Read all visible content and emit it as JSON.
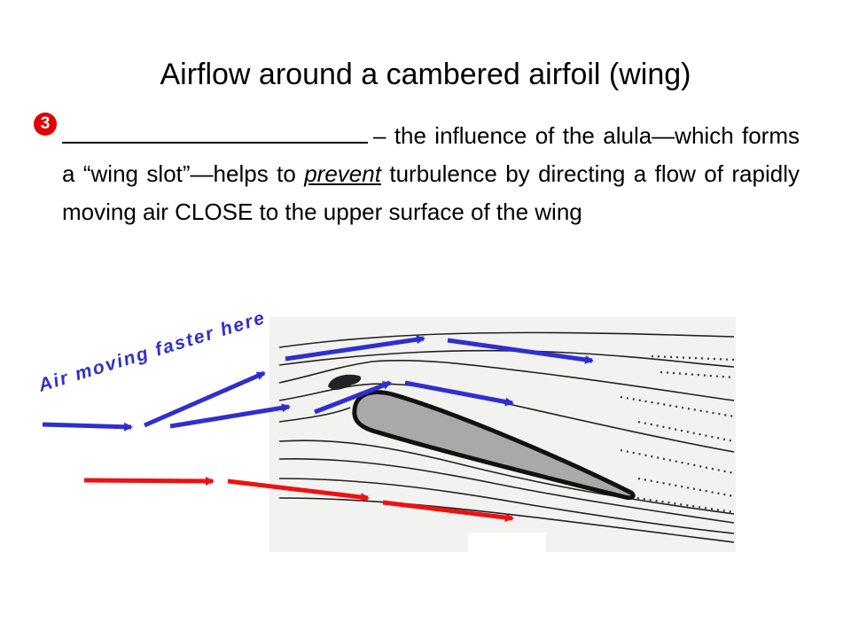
{
  "title": "Airflow around a cambered airfoil (wing)",
  "bullet": {
    "marker": "3",
    "dash": "– ",
    "text_before": "the influence of the alula—which forms a “wing slot”—helps to ",
    "emphasis": "prevent",
    "text_after": " turbulence by directing a flow of rapidly moving air CLOSE to the upper surface of the wing"
  },
  "diagram": {
    "caption": "Air moving faster here",
    "fast_air_color": "#2f2fcf",
    "slow_air_color": "#ee1111",
    "wing_fill": "#a9a9a9",
    "background_fill": "#f2f2f0"
  }
}
